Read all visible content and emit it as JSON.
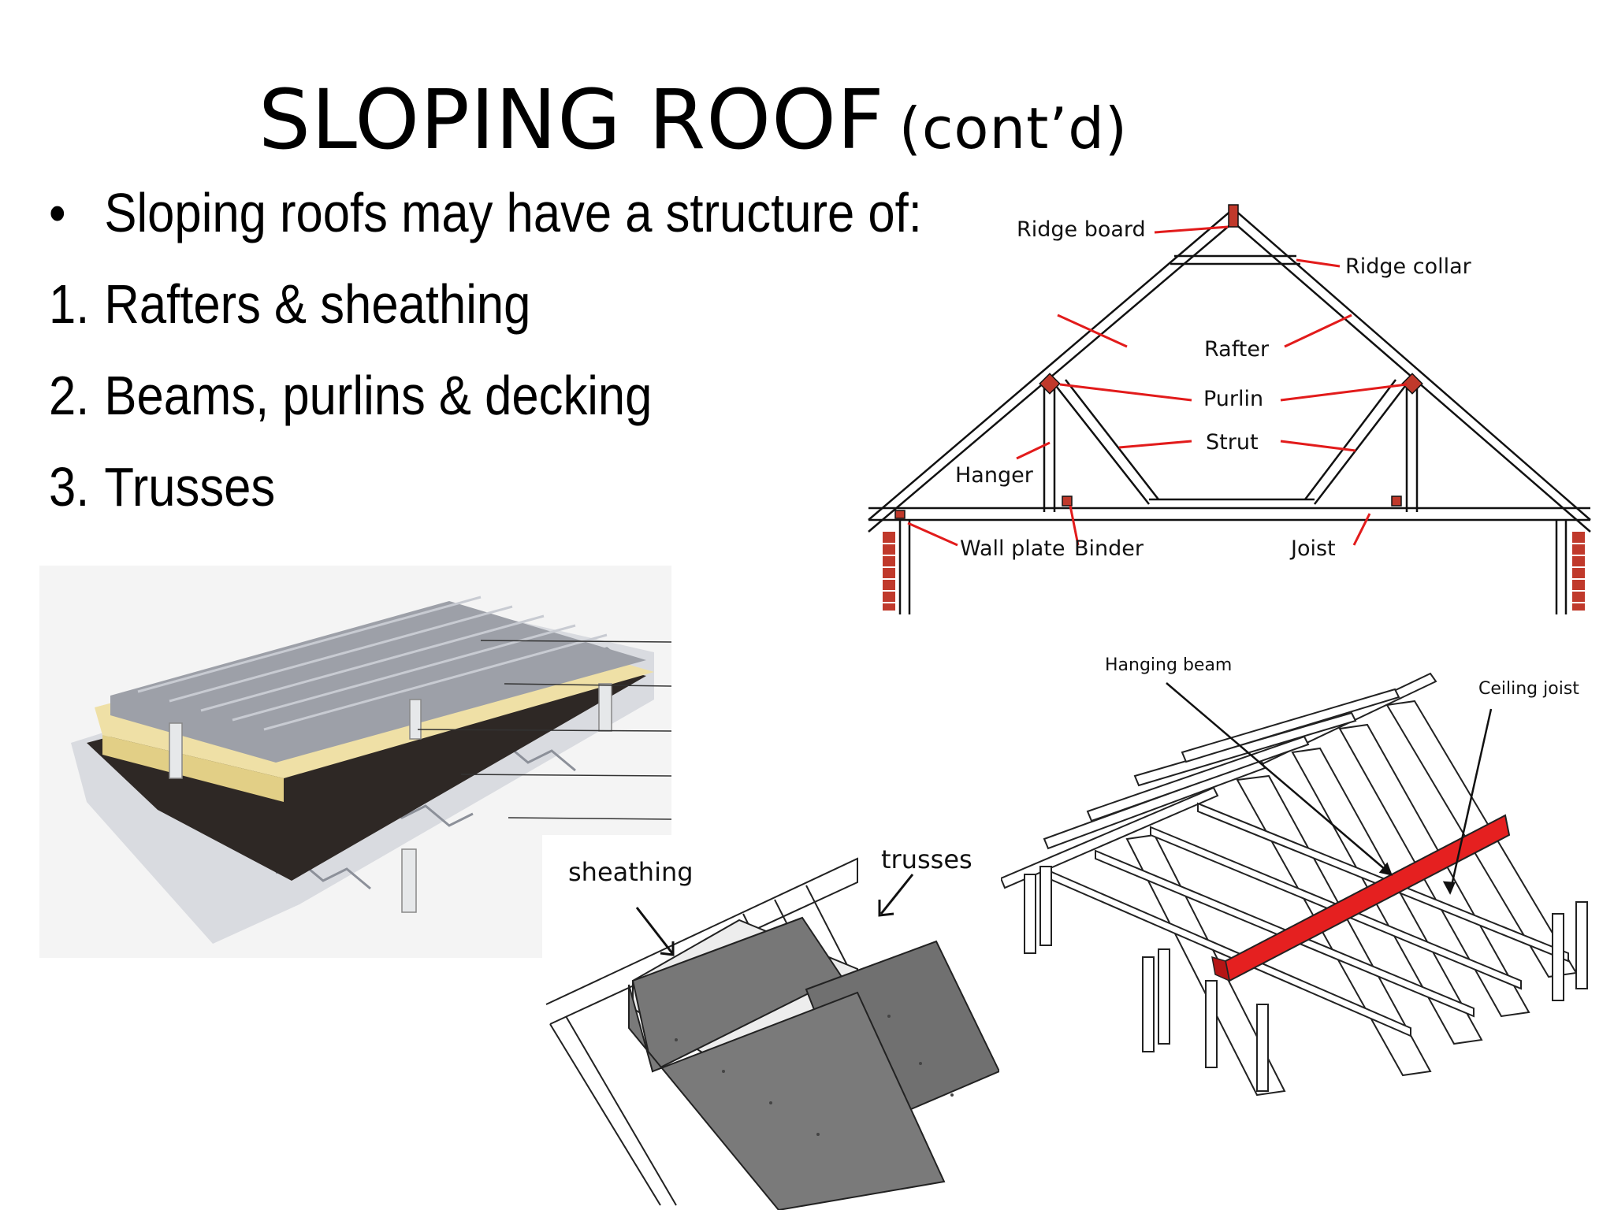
{
  "slide": {
    "title": "SLOPING ROOF",
    "title_suffix": "(cont’d)",
    "bullet_mark": "•",
    "intro": "Sloping roofs may have a structure of:",
    "items": [
      {
        "num": "1.",
        "text": "Rafters & sheathing"
      },
      {
        "num": "2.",
        "text": "Beams, purlins & decking"
      },
      {
        "num": "3.",
        "text": "Trusses"
      }
    ]
  },
  "truss_diagram": {
    "labels": {
      "ridge_board": "Ridge board",
      "ridge_collar": "Ridge collar",
      "rafter": "Rafter",
      "purlin": "Purlin",
      "strut": "Strut",
      "hanger": "Hanger",
      "wall_plate": "Wall plate",
      "binder": "Binder",
      "joist": "Joist"
    },
    "colors": {
      "callout": "#e21b1b",
      "brick": "#c0392b"
    }
  },
  "sheathing_diagram": {
    "labels": {
      "sheathing": "sheathing",
      "trusses": "trusses"
    }
  },
  "framing_diagram": {
    "labels": {
      "hanging_beam": "Hanging beam",
      "ceiling_joist": "Ceiling joist"
    },
    "colors": {
      "beam": "#e52020"
    }
  }
}
